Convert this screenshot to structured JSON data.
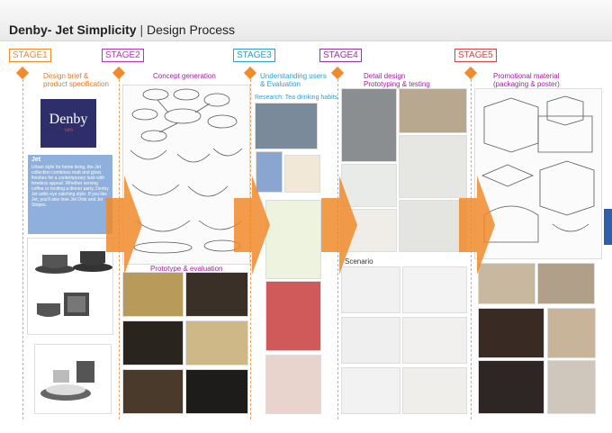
{
  "title": {
    "bold": "Denby- Jet Simplicity",
    "separator": " | ",
    "rest": "Design Process"
  },
  "stages": [
    {
      "label": "STAGE1",
      "color": "#f08a2a"
    },
    {
      "label": "STAGE2",
      "color": "#c030c0"
    },
    {
      "label": "STAGE3",
      "color": "#2a9fd6"
    },
    {
      "label": "STAGE4",
      "color": "#a030a0"
    },
    {
      "label": "STAGE5",
      "color": "#e04040"
    }
  ],
  "captions": {
    "s1_line1": "Design brief &",
    "s1_line2": "product specification",
    "s2_top": "Concept generation",
    "s2_bottom": "Prototype & evaluation",
    "s3_line1": "Understanding users",
    "s3_line2": "& Evaluation",
    "s3_research": "Research: Tea drinking habits",
    "s4_line1": "Detail design",
    "s4_line2": "Prototyping & testing",
    "s4_scenario": "Scenario",
    "s5_line1": "Promotional material",
    "s5_line2": "(packaging & poster)"
  },
  "denby": {
    "name": "Denby",
    "sub": "1809"
  },
  "jet": {
    "heading": "Jet",
    "body": "Urban style for home living, the Jet collection combines matt and gloss finishes for a contemporary look with timeless appeal. Whether serving coffee or hosting a dinner party, Denby Jet adds eye catching style. If you like Jet, you'll also love Jet Dots and Jet Stripes."
  }
}
